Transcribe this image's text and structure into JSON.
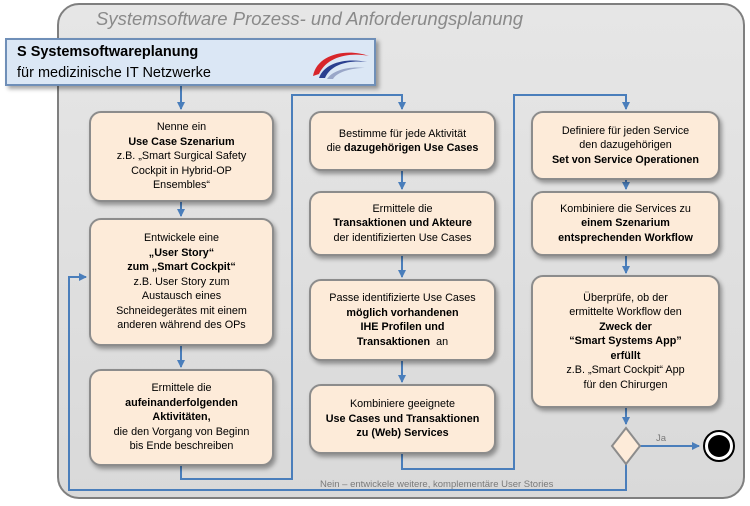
{
  "frame_title": "Systemsoftware Prozess- und Anforderungsplanung",
  "header": {
    "title": "S Systemsoftwareplanung",
    "subtitle": "für medizinische IT Netzwerke",
    "logo_icon": "swoosh-logo-icon"
  },
  "boxes": {
    "b1": {
      "l1": "Nenne ein",
      "l2": "Use Case Szenarium",
      "l3": "z.B. „Smart Surgical Safety",
      "l4": "Cockpit in Hybrid-OP",
      "l5": "Ensembles“"
    },
    "b2": {
      "l1": "Entwickele eine",
      "l2": "„User Story“",
      "l3": "zum „Smart Cockpit“",
      "l4": "z.B. User Story zum",
      "l5": "Austausch eines",
      "l6": "Schneidegerätes mit einem",
      "l7": "anderen während des OPs"
    },
    "b3": {
      "l1": "Ermittele die",
      "l2": "aufeinanderfolgenden",
      "l3": "Aktivitäten,",
      "l4": "die den Vorgang von Beginn",
      "l5": "bis Ende beschreiben"
    },
    "b4": {
      "l1": "Bestimme für jede Aktivität",
      "l2a": "die",
      "l2b": "dazugehörigen Use Cases"
    },
    "b5": {
      "l1": "Ermittele die",
      "l2": "Transaktionen und Akteure",
      "l3": "der identifizierten Use Cases"
    },
    "b6": {
      "l1": "Passe identifizierte Use Cases",
      "l2": "möglich vorhandenen",
      "l3": "IHE Profilen und",
      "l4a": "Transaktionen",
      "l4b": "an"
    },
    "b7": {
      "l1": "Kombiniere geeignete",
      "l2": "Use Cases und Transaktionen",
      "l3": "zu (Web) Services"
    },
    "b8": {
      "l1": "Definiere für jeden Service",
      "l2": "den dazugehörigen",
      "l3": "Set von Service Operationen"
    },
    "b9": {
      "l1": "Kombiniere die Services zu",
      "l2": "einem Szenarium",
      "l3": "entsprechenden Workflow"
    },
    "b10": {
      "l1": "Überprüfe, ob der",
      "l2": "ermittelte Workflow den",
      "l3": "Zweck der",
      "l4": "“Smart Systems App”",
      "l5": "erfüllt",
      "l6": "z.B. „Smart Cockpit“ App",
      "l7": "für den Chirurgen"
    }
  },
  "labels": {
    "yes": "Ja",
    "no": "Nein – entwickele weitere, komplementäre User Stories"
  },
  "colors": {
    "arrow": "#4a7ebb",
    "box_fill": "#fdebd9",
    "header_fill": "#dbe7f5",
    "frame_fill": "#e0e0e0"
  }
}
